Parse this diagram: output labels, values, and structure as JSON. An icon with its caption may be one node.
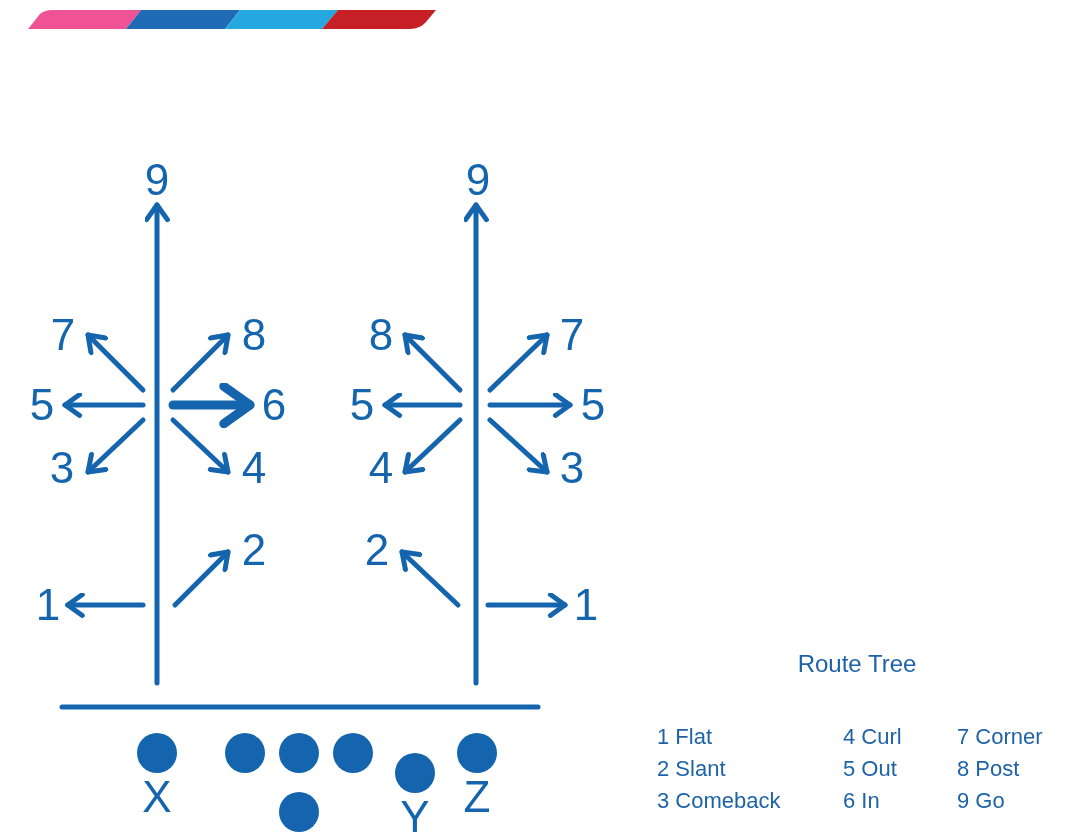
{
  "diagram": {
    "title": "Route Tree",
    "nodes": [
      {
        "text": [
          "9"
        ]
      },
      {
        "text": [
          "7"
        ]
      },
      {
        "text": [
          "8"
        ]
      },
      {
        "text": [
          "5"
        ]
      },
      {
        "text": [
          "6"
        ]
      },
      {
        "text": [
          "3"
        ]
      },
      {
        "text": [
          "4"
        ]
      },
      {
        "text": [
          "2"
        ]
      },
      {
        "text": [
          "1"
        ]
      },
      {
        "text": [
          "9"
        ]
      },
      {
        "text": [
          "8"
        ]
      },
      {
        "text": [
          "7"
        ]
      },
      {
        "text": [
          "5"
        ]
      },
      {
        "text": [
          "5"
        ]
      },
      {
        "text": [
          "4"
        ]
      },
      {
        "text": [
          "3"
        ]
      },
      {
        "text": [
          "2"
        ]
      },
      {
        "text": [
          "1"
        ]
      },
      {
        "text": [],
        "shape": "circle",
        "beside": [
          "X"
        ]
      },
      {
        "text": [],
        "shape": "circle"
      },
      {
        "text": [],
        "shape": "circle"
      },
      {
        "text": [],
        "shape": "circle"
      },
      {
        "text": [],
        "shape": "circle"
      },
      {
        "text": [],
        "shape": "circle",
        "beside": [
          "Y"
        ]
      },
      {
        "text": [],
        "shape": "circle",
        "beside": [
          "Z"
        ]
      }
    ],
    "edges": [
      {
        "from": null,
        "to": 0,
        "arrow": "to"
      },
      {
        "from": null,
        "to": 1,
        "arrow": "to"
      },
      {
        "from": null,
        "to": 2,
        "arrow": "to"
      },
      {
        "from": null,
        "to": 3,
        "arrow": "to"
      },
      {
        "from": null,
        "to": 4,
        "arrow": "to",
        "style": "thick"
      },
      {
        "from": null,
        "to": 5,
        "arrow": "to"
      },
      {
        "from": null,
        "to": 6,
        "arrow": "to"
      },
      {
        "from": null,
        "to": 7,
        "arrow": "to"
      },
      {
        "from": null,
        "to": 8,
        "arrow": "to"
      },
      {
        "from": null,
        "to": 9,
        "arrow": "to"
      },
      {
        "from": null,
        "to": 10,
        "arrow": "to"
      },
      {
        "from": null,
        "to": 11,
        "arrow": "to"
      },
      {
        "from": null,
        "to": 12,
        "arrow": "to"
      },
      {
        "from": null,
        "to": 13,
        "arrow": "to"
      },
      {
        "from": null,
        "to": 14,
        "arrow": "to"
      },
      {
        "from": null,
        "to": 15,
        "arrow": "to"
      },
      {
        "from": null,
        "to": 16,
        "arrow": "to"
      },
      {
        "from": null,
        "to": 17,
        "arrow": "to"
      }
    ],
    "labels": [
      "1 Flat",
      "4 Curl",
      "7 Corner",
      "2 Slant",
      "5 Out",
      "8 Post",
      "3 Comeback",
      "6 In",
      "9 Go"
    ]
  }
}
